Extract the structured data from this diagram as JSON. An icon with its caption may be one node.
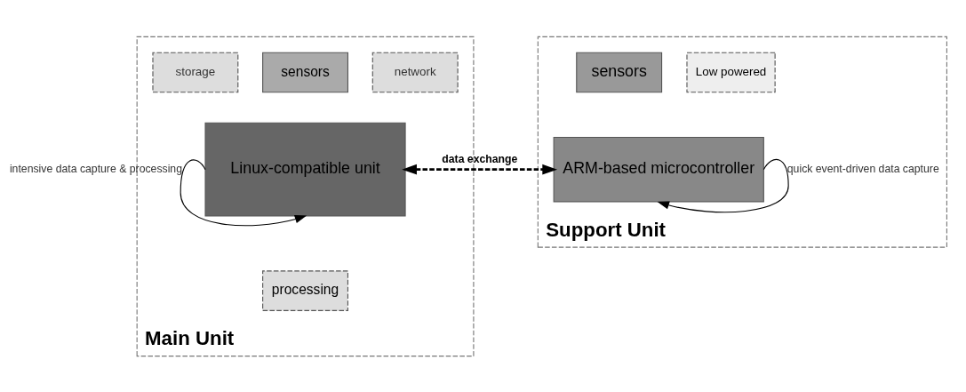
{
  "diagram": {
    "nodes": [
      {
        "text": [
          "Main Unit"
        ]
      },
      {
        "text": [
          "network"
        ],
        "in": 0
      },
      {
        "text": [
          "sensors"
        ],
        "in": 0
      },
      {
        "text": [
          "storage"
        ],
        "in": 0
      },
      {
        "text": [
          "Linux-compatible unit"
        ],
        "in": 0
      },
      {
        "text": [
          "processing"
        ],
        "in": 0
      },
      {
        "text": [
          "Support Unit"
        ]
      },
      {
        "text": [
          "Low powered"
        ],
        "in": 6
      },
      {
        "text": [
          "sensors"
        ],
        "in": 6
      },
      {
        "text": [
          "ARM-based microcontroller"
        ],
        "in": 6
      }
    ],
    "edges": [
      {
        "from": 4,
        "to": 4,
        "arrow": "to",
        "label": "intensive data capture & processing"
      },
      {
        "from": 4,
        "to": 9,
        "arrow": "both",
        "label": "data exchange",
        "style": "dashed"
      },
      {
        "from": 9,
        "to": 9,
        "arrow": "to",
        "label": "quick event-driven data capture"
      }
    ]
  }
}
